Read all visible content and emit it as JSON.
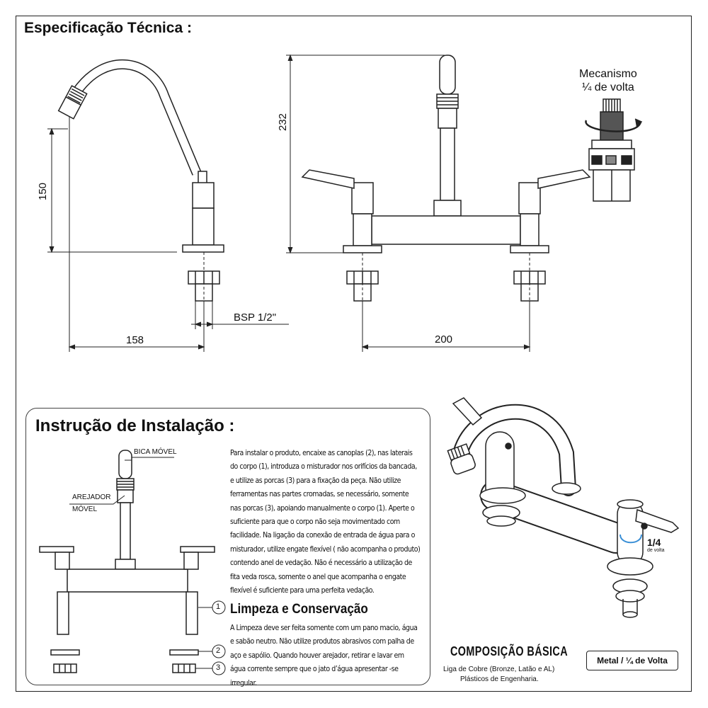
{
  "spec": {
    "title": "Especificação Técnica :",
    "dim_150": "150",
    "dim_158": "158",
    "dim_232": "232",
    "dim_200": "200",
    "bsp": "BSP 1/2\"",
    "mecanismo_line1": "Mecanismo",
    "mecanismo_line2": "¼ de volta"
  },
  "install": {
    "title": "Instrução de Instalação :",
    "bica_movel": "BICA MÓVEL",
    "arejador_line1": "AREJADOR",
    "arejador_line2": "MÓVEL",
    "callout_1": "1",
    "callout_2": "2",
    "callout_3": "3",
    "text": "Para instalar o produto, encaixe as canoplas (2), nas laterais do corpo (1), introduza o misturador nos orifícios da bancada, e utilize as porcas (3) para a fixação da peça. Não utilize ferramentas nas partes cromadas, se necessário, somente nas porcas (3), apoiando manualmente o corpo (1). Aperte o suficiente para que o corpo não seja movimentado com facilidade. Na ligação da conexão de entrada de água para o misturador, utilize engate flexível ( não acompanha o produto) contendo anel de vedação. Não é necessário a utilização de fita veda rosca, somente o anel que acompanha o engate flexível é suficiente para uma perfeita vedação."
  },
  "cleaning": {
    "title": "Limpeza e Conservação",
    "text": "A Limpeza deve ser feita somente com um pano macio, água e sabão neutro. Não utilize produtos abrasivos com palha de aço e sapólio. Quando houver arejador, retirar e lavar em água corrente sempre que o jato d’água apresentar -se irregular."
  },
  "composition": {
    "title": "COMPOSIÇÃO BÁSICA",
    "line1": "Liga de Cobre (Bronze, Latão e AL)",
    "line2": "Plásticos de Engenharia."
  },
  "product_3d": {
    "quarter_label": "1/4",
    "quarter_sub": "de volta"
  },
  "badge": "Metal / ¼ de Volta"
}
